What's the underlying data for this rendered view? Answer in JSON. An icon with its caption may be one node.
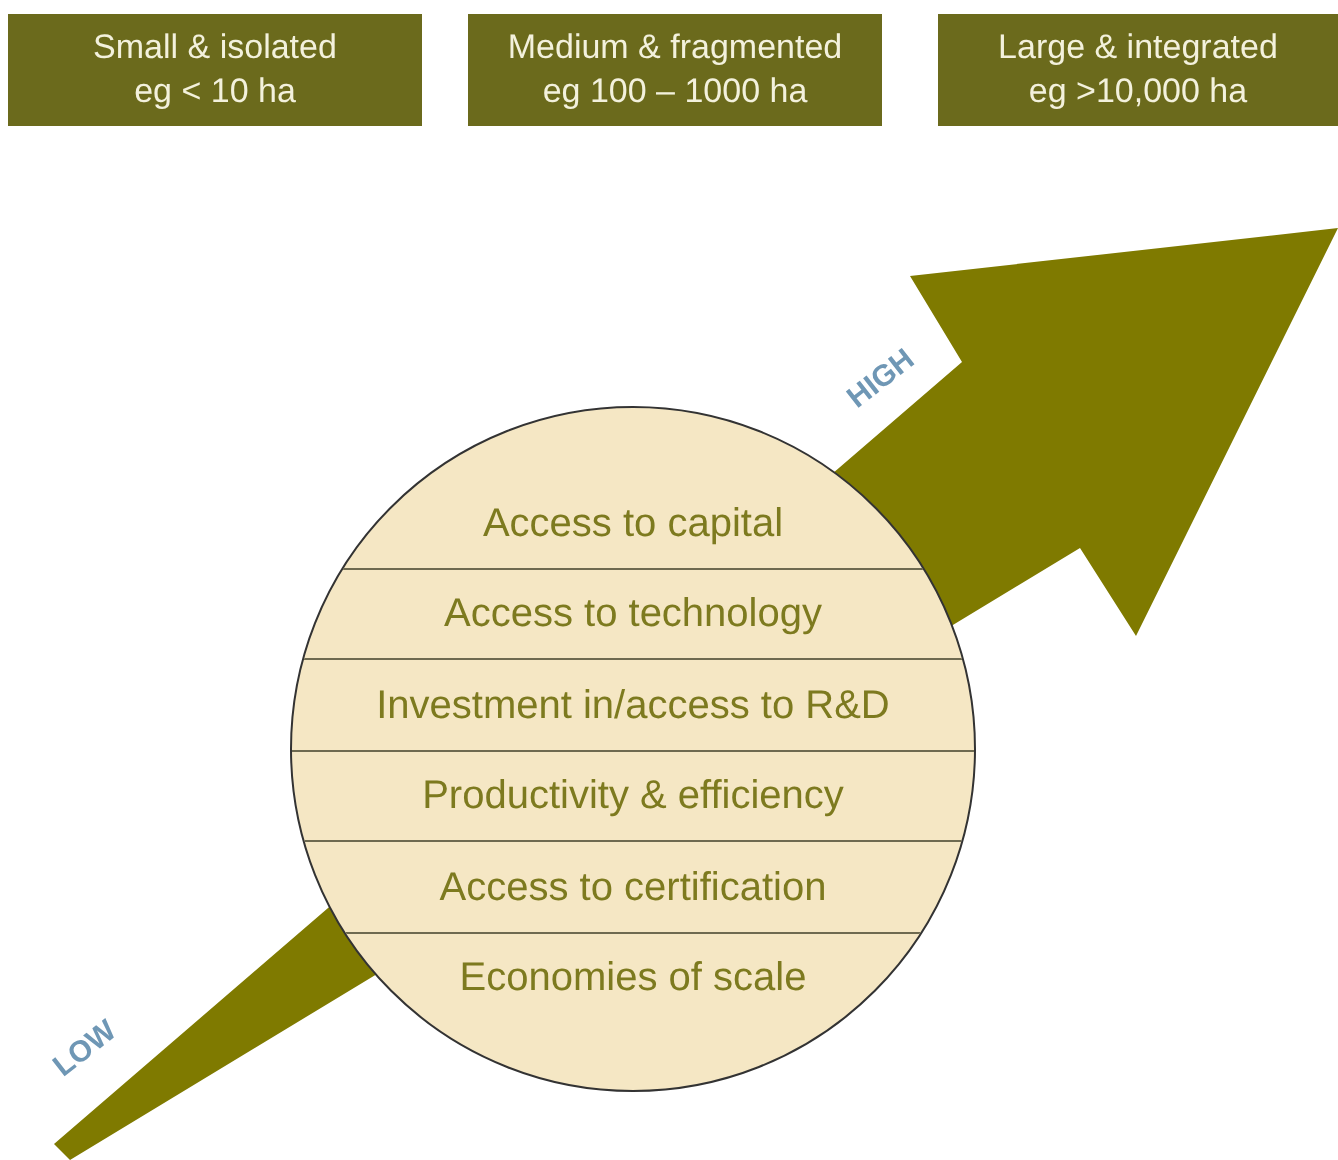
{
  "diagram": {
    "nodes": [
      {
        "text": [
          "Small & isolated",
          "eg < 10 ha"
        ]
      },
      {
        "text": [
          "Medium & fragmented",
          "eg 100 – 1000 ha"
        ]
      },
      {
        "text": [
          "Large & integrated",
          "eg >10,000 ha"
        ]
      },
      {
        "text": [
          "Access to capital",
          "Access to technology",
          "Investment in/access to R&D",
          "Productivity & efficiency",
          "Access to certification",
          "Economies of scale"
        ]
      }
    ],
    "labels": [
      "LOW",
      "HIGH"
    ]
  }
}
